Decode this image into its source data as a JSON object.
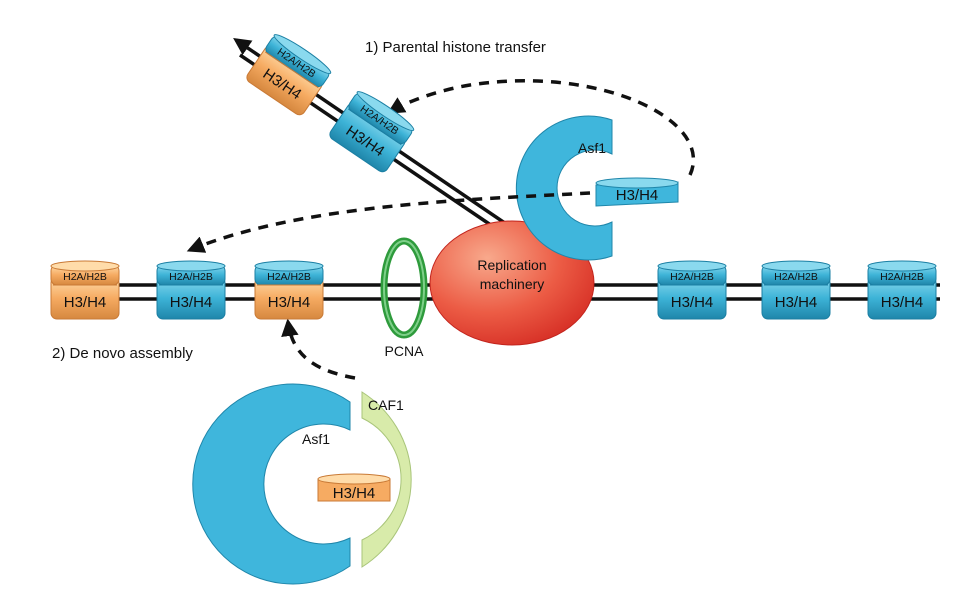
{
  "colors": {
    "blue_top": "#6fd0ea",
    "blue_mid": "#38b2d6",
    "blue_dark": "#1b7fa3",
    "orange_top": "#ffd59a",
    "orange_mid": "#f6ab62",
    "orange_dark": "#c97a36",
    "asf1": "#3fb6dc",
    "caf1": "#d8ebaa",
    "pcna": "#3cae4a",
    "machinery_light": "#f59a7a",
    "machinery_dark": "#e0332a"
  },
  "captions": {
    "parental_transfer": "1) Parental histone transfer",
    "de_novo": "2) De novo assembly"
  },
  "labels": {
    "machinery_line1": "Replication",
    "machinery_line2": "machinery",
    "pcna": "PCNA",
    "asf1_top": "Asf1",
    "asf1_bottom": "Asf1",
    "caf1": "CAF1",
    "h3h4_asf1_top": "H3/H4",
    "h3h4_asf1_bottom": "H3/H4"
  },
  "nucleosomes": [
    {
      "id": "n1",
      "top": "H2A/H2B",
      "bottom": "H3/H4",
      "color": "orange"
    },
    {
      "id": "n2",
      "top": "H2A/H2B",
      "bottom": "H3/H4",
      "color": "blue"
    },
    {
      "id": "n3",
      "top": "H2A/H2B",
      "bottom": "H3/H4",
      "color": "mixed"
    },
    {
      "id": "n4",
      "top": "H2A/H2B",
      "bottom": "H3/H4",
      "color": "blue"
    },
    {
      "id": "n5",
      "top": "H2A/H2B",
      "bottom": "H3/H4",
      "color": "blue"
    },
    {
      "id": "n6",
      "top": "H2A/H2B",
      "bottom": "H3/H4",
      "color": "blue"
    },
    {
      "id": "t1",
      "top": "H2A/H2B",
      "bottom": "H3/H4",
      "color": "mixed"
    },
    {
      "id": "t2",
      "top": "H2A/H2B",
      "bottom": "H3/H4",
      "color": "blue"
    }
  ]
}
